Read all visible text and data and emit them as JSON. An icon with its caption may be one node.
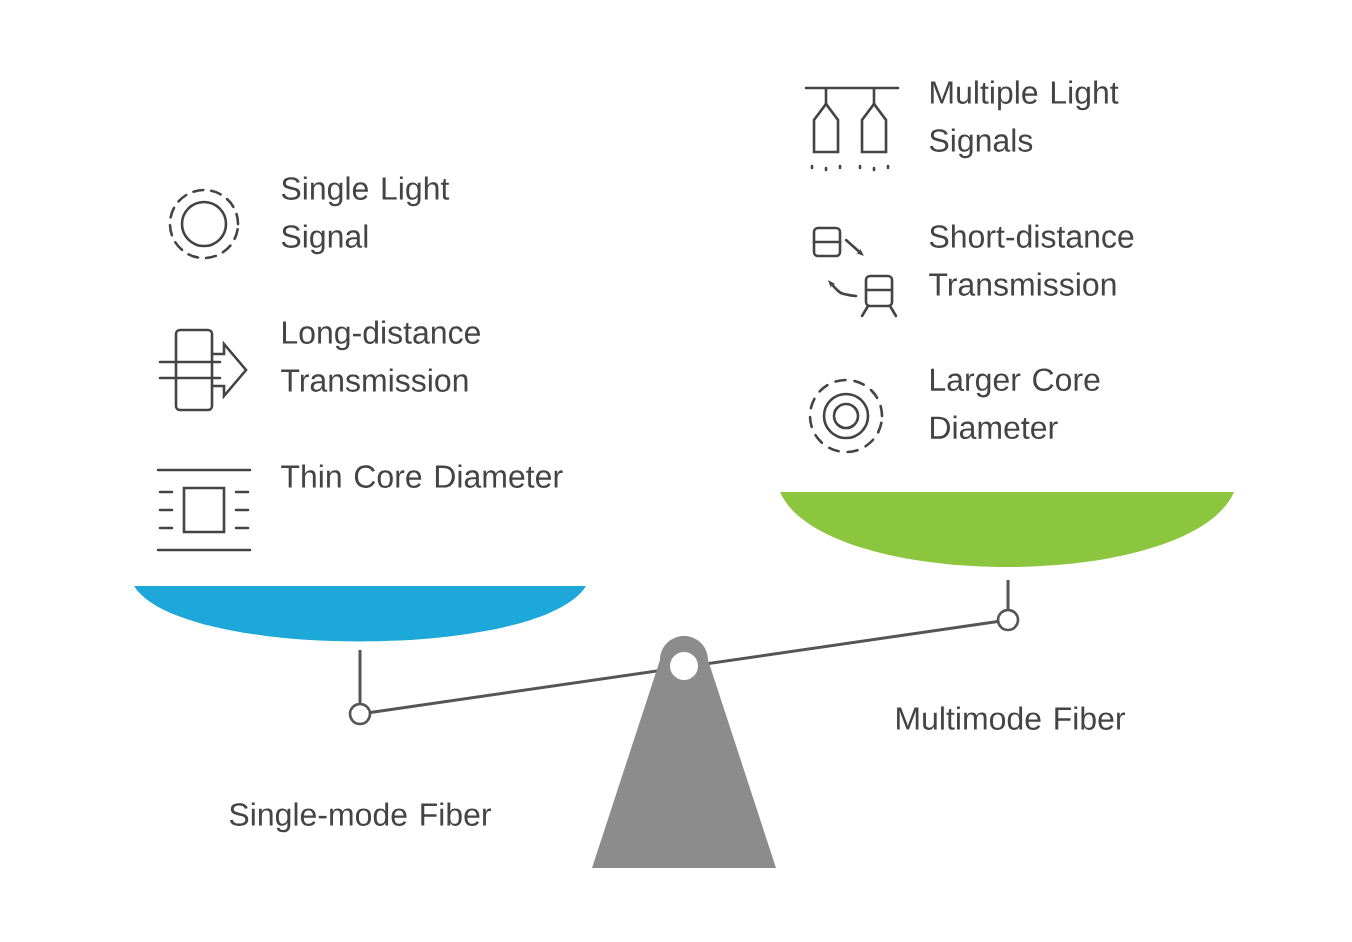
{
  "diagram": {
    "labels": [
      "Multiple Light Signals",
      "Single Light Signal",
      "Short-distance Transmission",
      "Long-distance Transmission",
      "Larger Core Diameter",
      "Thin Core Diameter",
      "Multimode Fiber",
      "Single-mode Fiber"
    ]
  }
}
